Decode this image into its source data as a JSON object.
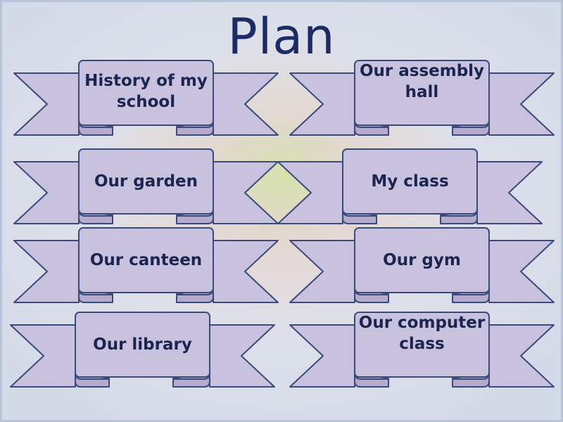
{
  "title": "Plan",
  "items": [
    {
      "label": "History of my school"
    },
    {
      "label": "Our assembly hall"
    },
    {
      "label": "Our garden"
    },
    {
      "label": "My class"
    },
    {
      "label": "Our canteen"
    },
    {
      "label": "Our gym"
    },
    {
      "label": "Our library"
    },
    {
      "label": "Our computer class"
    }
  ],
  "colors": {
    "banner_fill": "#c9c2de",
    "banner_stroke": "#3a4a7a",
    "title": "#1c2a66",
    "text": "#1c2450"
  }
}
